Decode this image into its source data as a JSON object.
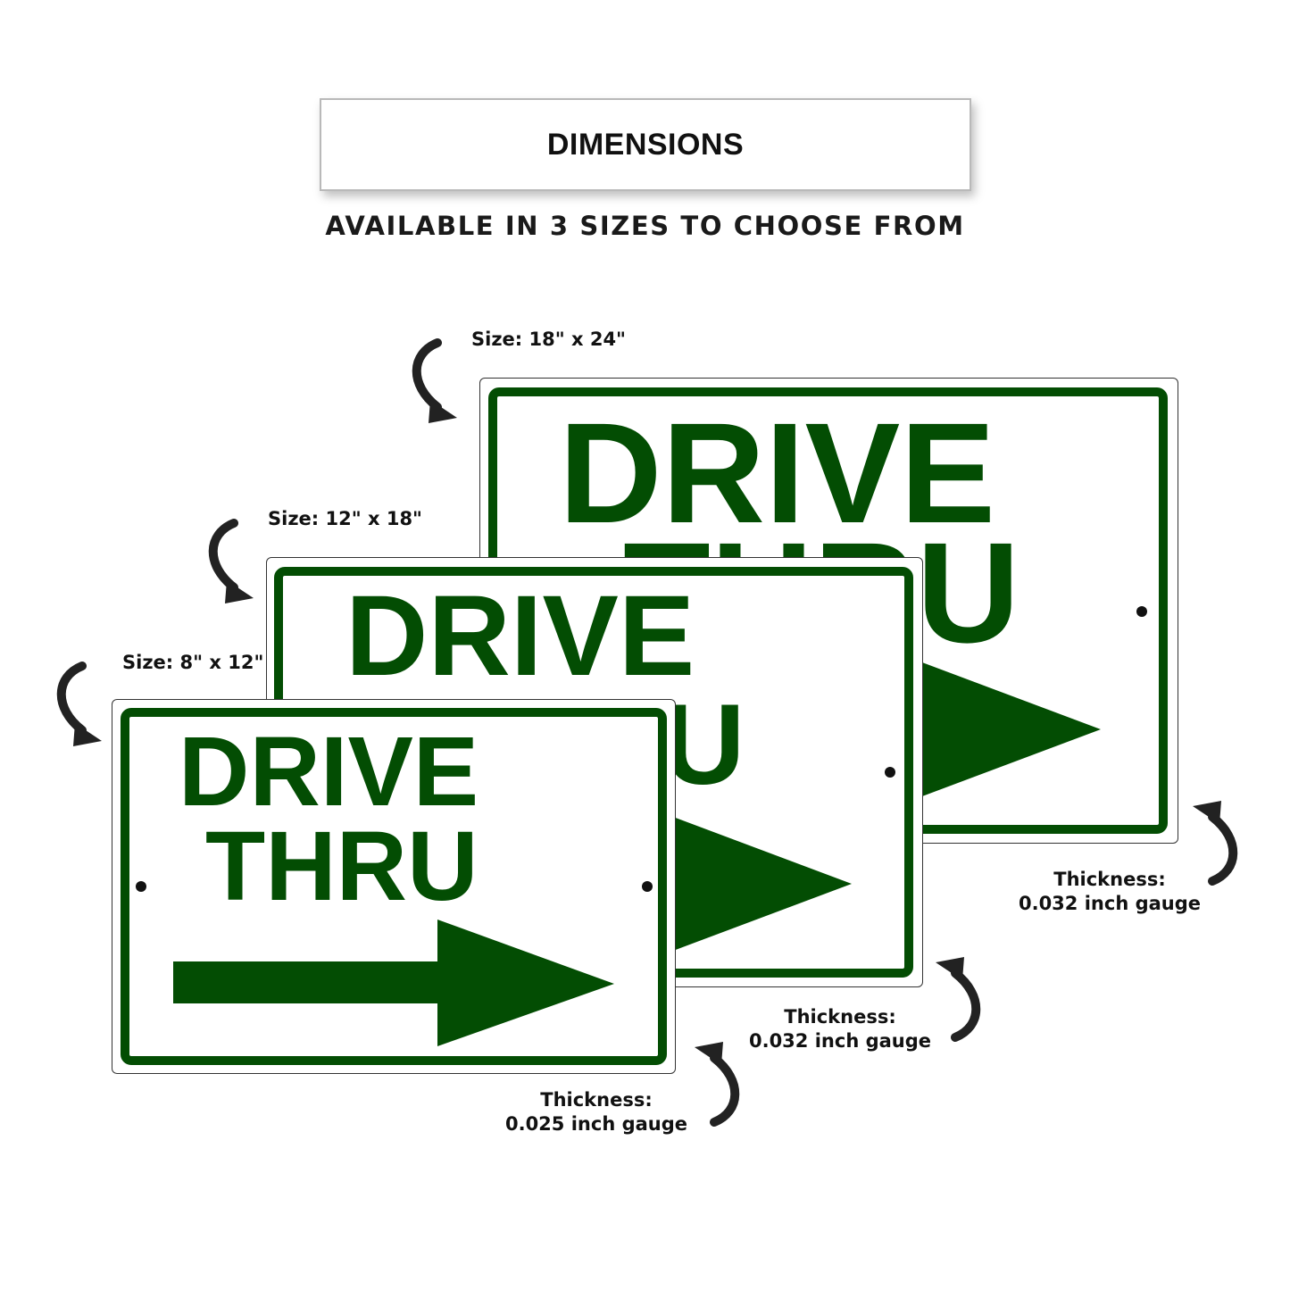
{
  "header": {
    "title": "DIMENSIONS",
    "subtitle": "AVAILABLE IN 3 SIZES TO CHOOSE FROM"
  },
  "colors": {
    "sign_green": "#034d03",
    "sign_background": "#ffffff",
    "caption_text": "#111111"
  },
  "signs": {
    "large": {
      "line1": "DRIVE",
      "line2": "THRU",
      "size_label": "Size: 18\" x 24\"",
      "thickness_label": "Thickness:",
      "thickness_value": "0.032 inch gauge"
    },
    "medium": {
      "line1": "DRIVE",
      "line2": "THRU",
      "size_label": "Size: 12\" x 18\"",
      "thickness_label": "Thickness:",
      "thickness_value": "0.032 inch gauge"
    },
    "small": {
      "line1": "DRIVE",
      "line2": "THRU",
      "size_label": "Size: 8\" x 12\"",
      "thickness_label": "Thickness:",
      "thickness_value": "0.025 inch gauge"
    }
  },
  "icons": {
    "pointer": "curved-arrow-icon",
    "sign_arrow": "right-arrow-icon",
    "mount_hole": "mounting-hole-icon"
  }
}
